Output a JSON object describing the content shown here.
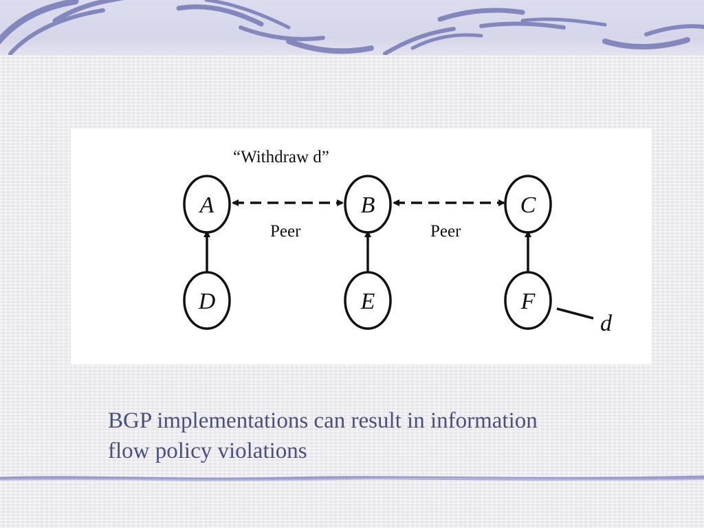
{
  "slide": {
    "theme_colors": {
      "accent": "#4a4e82",
      "swirl": "#7b7fb8",
      "band": "#d6d6ea"
    },
    "diagram": {
      "annotation": "“Withdraw d”",
      "nodes": [
        {
          "id": "a",
          "label": "A"
        },
        {
          "id": "b",
          "label": "B"
        },
        {
          "id": "c",
          "label": "C"
        },
        {
          "id": "d",
          "label": "D"
        },
        {
          "id": "e",
          "label": "E"
        },
        {
          "id": "f",
          "label": "F"
        }
      ],
      "edges": [
        {
          "from": "A",
          "to": "B",
          "type": "dashed-bidirectional",
          "label": "Peer"
        },
        {
          "from": "B",
          "to": "C",
          "type": "dashed-bidirectional",
          "label": "Peer"
        },
        {
          "from": "D",
          "to": "A",
          "type": "solid-arrow"
        },
        {
          "from": "E",
          "to": "B",
          "type": "solid-arrow"
        },
        {
          "from": "F",
          "to": "C",
          "type": "solid-arrow"
        }
      ],
      "prefix_label": "d"
    },
    "caption": {
      "line1": "BGP implementations can result in information",
      "line2": "flow policy violations"
    }
  }
}
